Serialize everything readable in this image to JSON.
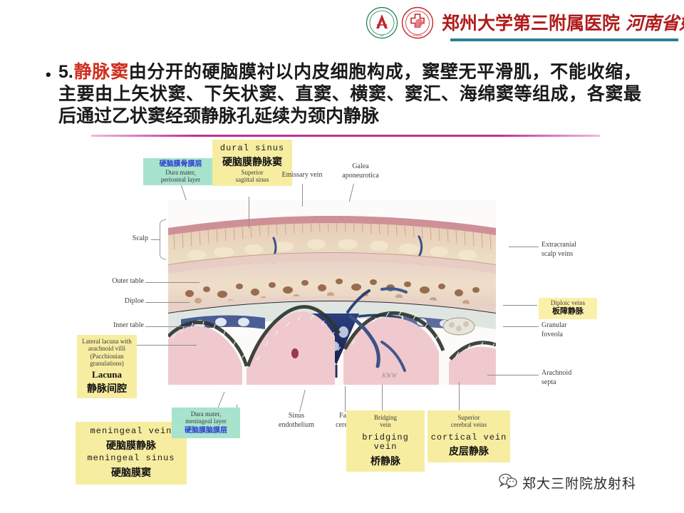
{
  "header": {
    "hospital_name_part1": "郑州大学第三附属医院",
    "hospital_name_part2": "河南省妇幼保健院",
    "logo_left_name": "zhengzhou-university-emblem-icon",
    "logo_right_name": "hospital-cross-emblem-icon",
    "rule_color": "#2b7f95"
  },
  "body": {
    "bullet": "•",
    "number": "5.",
    "highlight": "静脉窦",
    "text": "由分开的硬脑膜衬以内皮细胞构成，窦壁无平滑肌，不能收缩，主要由上矢状窦、下矢状窦、直窦、横窦、窦汇、海绵窦等组成，各窦最后通过乙状窦经颈静脉孔延续为颈内静脉",
    "highlight_color": "#d03020",
    "rule_color": "#c0309a"
  },
  "figure": {
    "title": "Dural venous sinus cross-section of scalp, skull and meninges",
    "boxes": {
      "dura_periosteal": {
        "cn_top": "硬脑膜骨膜层",
        "en_line1": "Dura mater,",
        "en_line2": "periosteal layer",
        "color": "#a8e3cd"
      },
      "dural_sinus": {
        "en_mono": "dural sinus",
        "cn_bold": "硬脑膜静脉窦",
        "en_line1": "Superior",
        "en_line2": "sagittal sinus",
        "color": "#f7eda1"
      },
      "diploic_veins": {
        "en": "Diploic veins",
        "cn": "板障静脉",
        "color": "#fbf0a8"
      },
      "lateral_lacuna": {
        "en_line1": "Lateral lacuna with",
        "en_line2": "arachnoid villi",
        "en_line3": "(Pacchionian",
        "en_line4": "granulations)",
        "en_bold": "Lacuna",
        "cn_bold": "静脉间腔",
        "color": "#f7eda1"
      },
      "meningeal": {
        "en_mono1": "meningeal vein",
        "cn_bold1": "硬脑膜静脉",
        "en_mono2": "meningeal sinus",
        "cn_bold2": "硬脑膜窦",
        "color": "#f7eda1"
      },
      "dura_meningeal": {
        "en_line1": "Dura mater,",
        "en_line2": "meningeal layer",
        "cn_blue": "硬脑膜脑膜层",
        "color": "#a8e3cd"
      },
      "bridging_vein": {
        "en_line1": "Bridging",
        "en_line2": "vein",
        "en_mono": "bridging vein",
        "cn_bold": "桥静脉",
        "color": "#f7eda1"
      },
      "cortical_vein": {
        "en_line1": "Superior",
        "en_line2": "cerebral veins",
        "en_mono": "cortical vein",
        "cn_bold": "皮层静脉",
        "color": "#f7eda1"
      }
    },
    "labels": {
      "emissary_vein": "Emissary vein",
      "galea_line1": "Galea",
      "galea_line2": "aponeurotica",
      "scalp": "Scalp",
      "outer_table": "Outer table",
      "diploe": "Diploe",
      "inner_table": "Inner table",
      "extracranial_line1": "Extracranial",
      "extracranial_line2": "scalp veins",
      "granular_line1": "Granular",
      "granular_line2": "foveola",
      "arachnoid_line1": "Arachnoid",
      "arachnoid_line2": "septa",
      "sinus_endo_line1": "Sinus",
      "sinus_endo_line2": "endothelium",
      "falx_line1": "Falx",
      "falx_line2": "cerebri"
    }
  },
  "footer": {
    "wechat_icon": "wechat-icon",
    "account_name": "郑大三附院放射科"
  }
}
